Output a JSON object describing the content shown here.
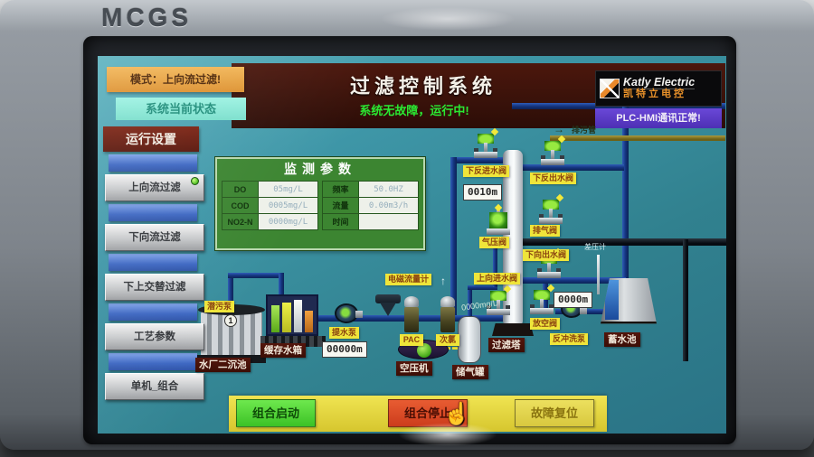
{
  "device": {
    "brand": "MCGS"
  },
  "colors": {
    "screen_teal": "#3e96a7",
    "pipe_blue": "#13327a",
    "ok_green": "#2ae832",
    "label_yellow": "#efe53a",
    "panel_green": "#3c8531",
    "band_maroon": "#3a120a"
  },
  "header": {
    "mode": "模式：上向流过滤!",
    "status_label": "系统当前状态",
    "title": "过滤控制系统",
    "status_message": "系统无故障，运行中!",
    "vendor_name": "Katly Electric",
    "vendor_name_cn": "凯特立电控",
    "plc_status": "PLC-HMI通讯正常!"
  },
  "sidebar": {
    "settings": "运行设置",
    "items": [
      {
        "label": "上向流过滤",
        "active": true
      },
      {
        "label": "下向流过滤",
        "active": false
      },
      {
        "label": "下上交替过滤",
        "active": false
      },
      {
        "label": "工艺参数",
        "active": false
      },
      {
        "label": "单机_组合",
        "active": false
      }
    ]
  },
  "monitor": {
    "title": "监测参数",
    "left": [
      {
        "label": "DO",
        "value": "05mg/L"
      },
      {
        "label": "COD",
        "value": "0005mg/L"
      },
      {
        "label": "NO2-N",
        "value": "0000mg/L"
      }
    ],
    "right": [
      {
        "label": "频率",
        "value": "50.0HZ"
      },
      {
        "label": "流量",
        "value": "0.00m3/h"
      },
      {
        "label": "时间",
        "value": ""
      }
    ]
  },
  "diagram": {
    "valves": [
      {
        "label": "下反进水阀"
      },
      {
        "label": "下反出水阀"
      },
      {
        "label": "排气阀"
      },
      {
        "label": "下向出水阀"
      },
      {
        "label": "上向进水阀"
      },
      {
        "label": "放空阀"
      },
      {
        "label": "气压阀"
      }
    ],
    "equipment": {
      "sediment_tank": "水厂二沉池",
      "buffer_tank": "缓存水箱",
      "filter_tower": "过滤塔",
      "storage_pool": "蓄水池",
      "air_compressor": "空压机",
      "air_tank": "储气罐"
    },
    "pumps": {
      "submersible": "潜污泵",
      "lift": "提水泵",
      "backwash": "反冲洗泵"
    },
    "instruments": {
      "flow_meter": "电磁流量计",
      "dp_gauge": "差压计",
      "dosing1": "PAC",
      "dosing2": "次氯"
    },
    "readings": {
      "tower_top": "0010m",
      "tower_mid": "0000m",
      "lift_pump": "00000m",
      "dose": "0000mg/L"
    },
    "pipe_label": "排污管",
    "arrow_right": "→",
    "arrow_up": "↑",
    "marker": "1"
  },
  "footer": {
    "buttons": [
      {
        "label": "组合启动"
      },
      {
        "label": "组合停止"
      },
      {
        "label": "故障复位"
      }
    ],
    "cursor_icon": "☝"
  }
}
